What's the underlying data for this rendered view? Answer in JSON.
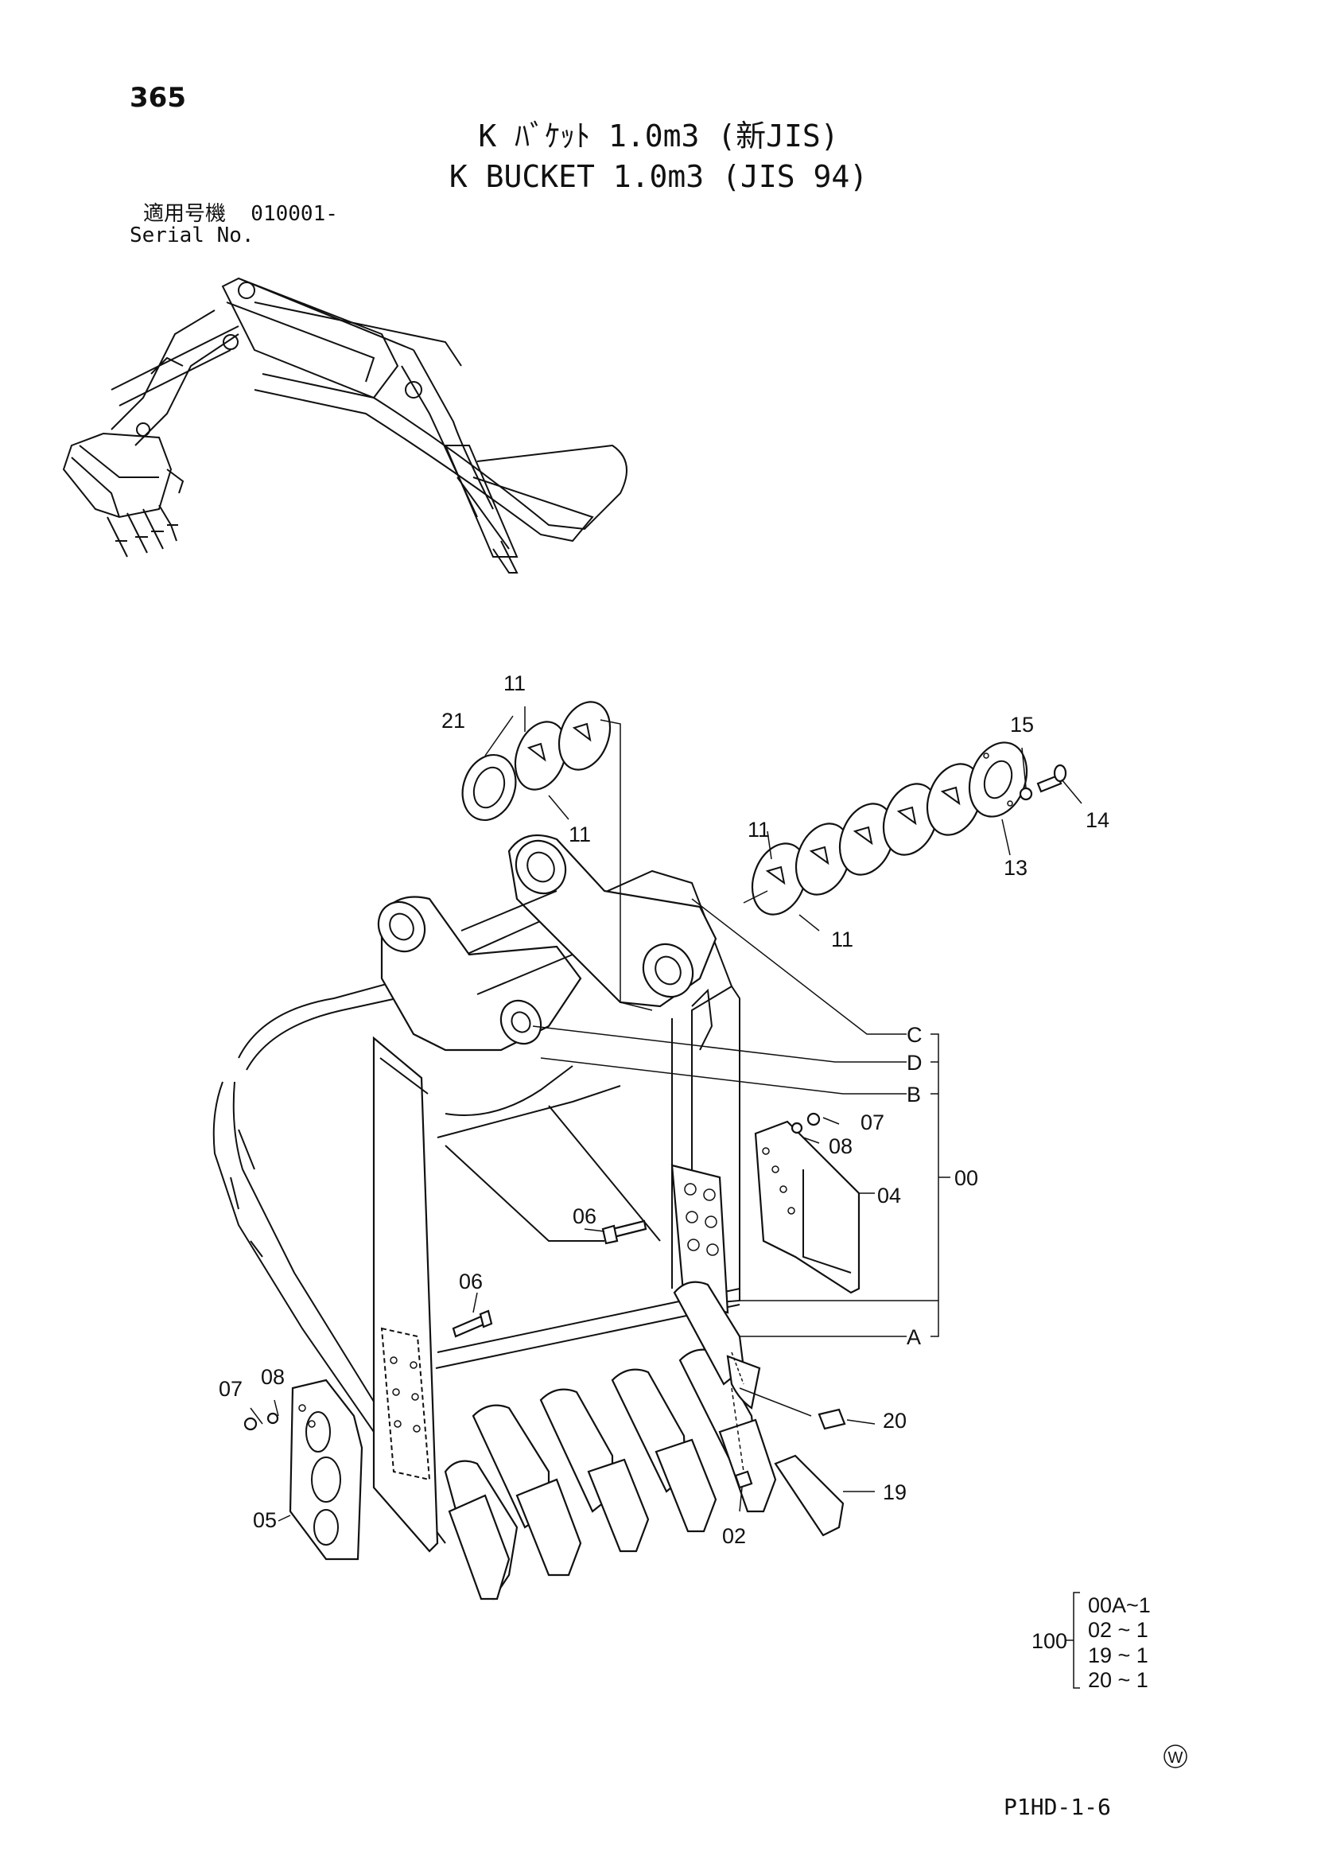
{
  "header": {
    "page_number": "365",
    "title_ja": "K ﾊﾞｹｯﾄ 1.0m3 (新JIS)",
    "title_en": "K BUCKET 1.0m3 (JIS 94)",
    "serial_label_ja": "適用号機  010001-",
    "serial_label_en": "Serial No."
  },
  "callouts": {
    "p11a": "11",
    "p21": "21",
    "p11b": "11",
    "p15": "15",
    "p14": "14",
    "p13": "13",
    "p11c": "11",
    "p11d": "11",
    "refC": "C",
    "refD": "D",
    "refB": "B",
    "refA": "A",
    "p07a": "07",
    "p08a": "08",
    "p04": "04",
    "p00": "00",
    "p06a": "06",
    "p06b": "06",
    "p07b": "07",
    "p08b": "08",
    "p05": "05",
    "p20": "20",
    "p19": "19",
    "p02": "02"
  },
  "kit": {
    "number": "100",
    "items": [
      "00A~1",
      "02 ~ 1",
      "19 ~ 1",
      "20 ~ 1"
    ]
  },
  "footer": {
    "mark": "W",
    "page_code": "P1HD-1-6"
  }
}
